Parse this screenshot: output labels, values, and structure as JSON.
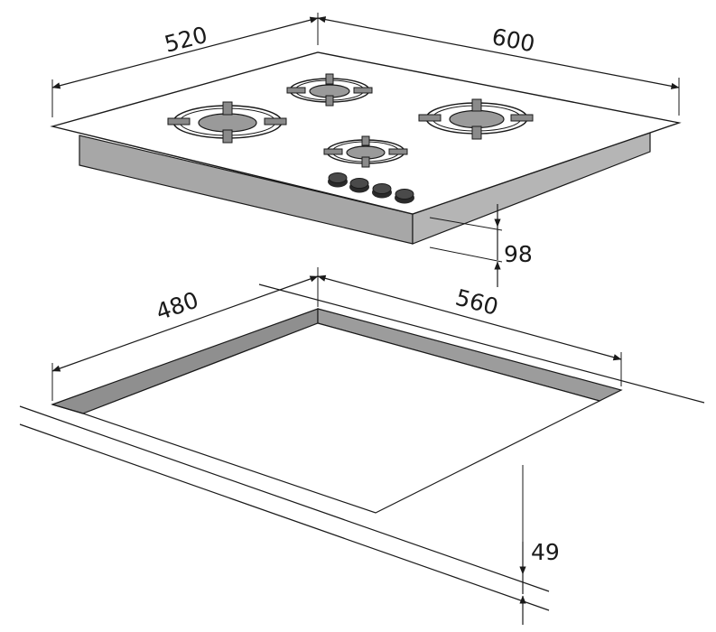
{
  "dimensions": {
    "hob_depth": "520",
    "hob_width": "600",
    "hob_height": "98",
    "cutout_depth": "480",
    "cutout_width": "560",
    "countertop_thickness": "49"
  },
  "colors": {
    "line": "#1a1a1a",
    "side_fill": "#a7a7a7",
    "recess_fill": "#8f8f8f",
    "burner_cap": "#9a9a9a",
    "knob": "#2a2a2a",
    "background": "#ffffff"
  }
}
